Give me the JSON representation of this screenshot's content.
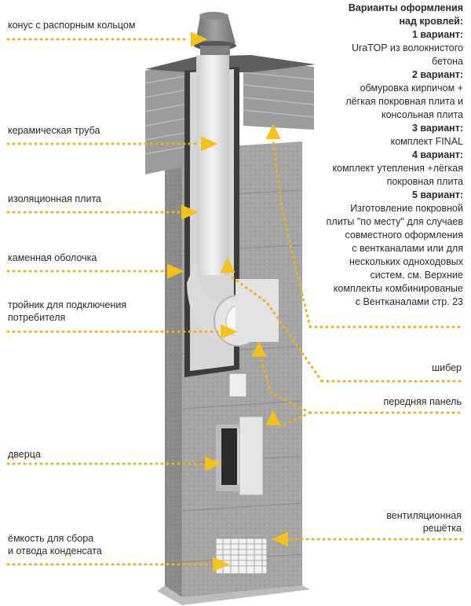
{
  "labels_left": {
    "cone": "конус с распорным кольцом",
    "ceramic_pipe": "керамическая труба",
    "insulation": "изоляционная плита",
    "stone_shell": "каменная оболочка",
    "tee_line1": "тройник для подключения",
    "tee_line2": "потребителя",
    "door": "дверца",
    "tank_line1": "ёмкость для сбора",
    "tank_line2": "и отвода конденсата"
  },
  "labels_right": {
    "damper": "шибер",
    "front_panel": "передняя панель",
    "vent_line1": "вентиляционная",
    "vent_line2": "решётка"
  },
  "variants": {
    "title_line1": "Варианты оформления",
    "title_line2": "над кровлей:",
    "v1_title": "1 вариант:",
    "v1_line1": "UraTOP из волокнистого",
    "v1_line2": "бетона",
    "v2_title": "2 вариант:",
    "v2_line1": "обмуровка кирпичом +",
    "v2_line2": "лёгкая покровная плита и",
    "v2_line3": "консольная плита",
    "v3_title": "3 вариант:",
    "v3_line1": "комплект FINAL",
    "v4_title": "4 вариант:",
    "v4_line1": "комплект утепления +лёгкая",
    "v4_line2": "покровная плита",
    "v5_title": "5 вариант:",
    "v5_line1": "Изготовление покровной",
    "v5_line2": "плиты \"по месту\" для случаев",
    "v5_line3": "совместного оформления",
    "v5_line4": "с вентканалами или для",
    "v5_line5": "нескольких одноходовых",
    "v5_line6": "систем. см. Верхние",
    "v5_line7": "комплекты комбинированые",
    "v5_line8": "с Вентканалами стр. 23"
  },
  "colors": {
    "accent_dots": "#f0b21c",
    "arrow_fill": "#f6c21a",
    "block_gray": "#a9a9a9",
    "brick_gray": "#9a9a9a",
    "pipe_white": "#e9e9e9"
  }
}
